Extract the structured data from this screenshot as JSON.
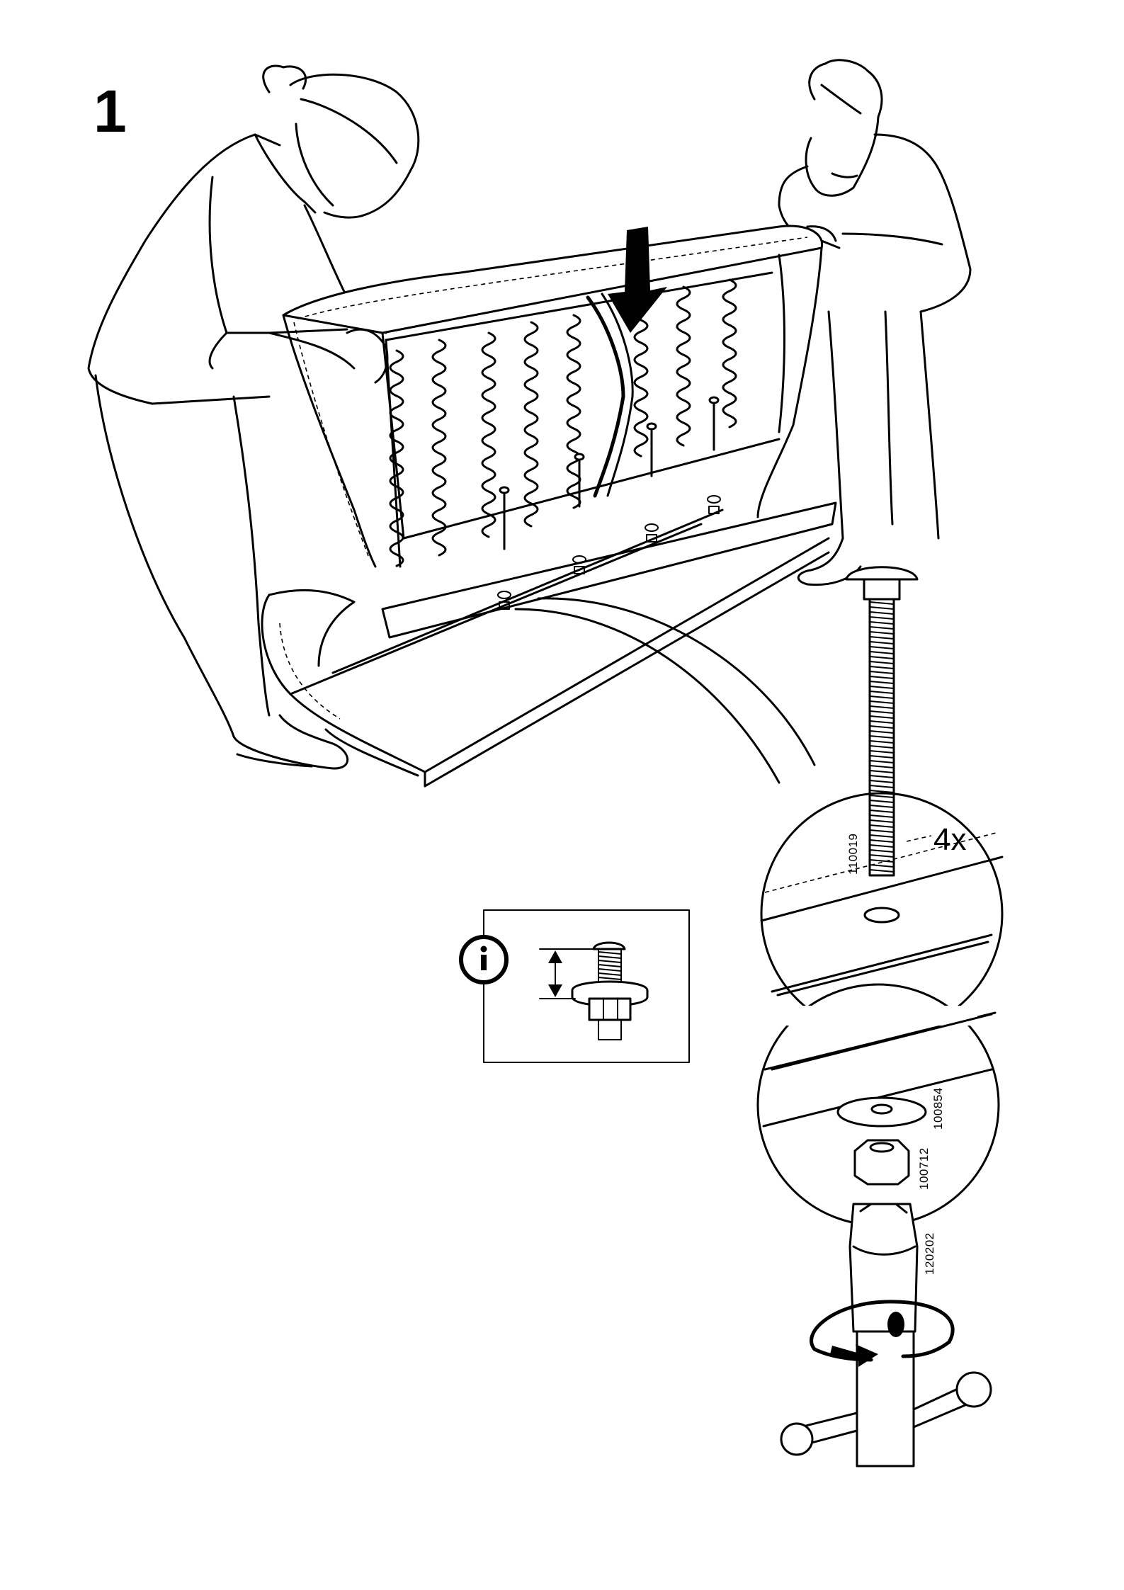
{
  "step": {
    "number": "1"
  },
  "fastener": {
    "quantity": "4x"
  },
  "parts": {
    "bolt": "110019",
    "washer": "100854",
    "nut": "100712",
    "wrench": "120202"
  },
  "info_panel": {
    "icon": "info-icon"
  },
  "icons": {
    "arrow": "down-arrow-icon",
    "rotate": "rotate-arrow-icon"
  }
}
